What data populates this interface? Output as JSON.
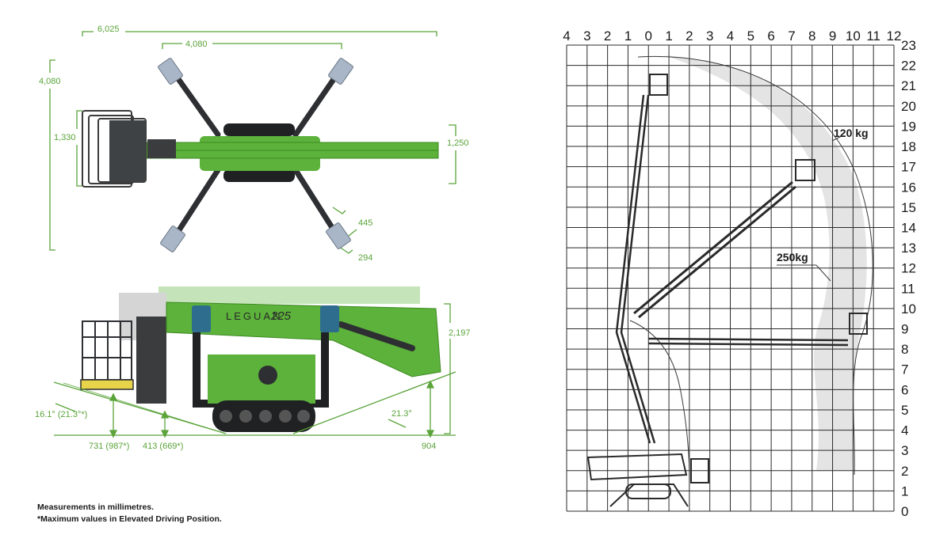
{
  "top_view": {
    "overall_length": "6,025",
    "outrigger_span_length": "4,080",
    "outrigger_span_width": "4,080",
    "platform_width": "1,330",
    "chassis_width": "1,250",
    "pad_length": "445",
    "pad_width": "294"
  },
  "side_view": {
    "brand": "LEGUAN",
    "model": "225",
    "height": "2,197",
    "front_angle": "16.1° (21.3°*)",
    "rear_angle": "21.3°",
    "front_clearance": "731 (987*)",
    "mid_clearance": "413 (669*)",
    "rear_clearance": "904"
  },
  "notes": {
    "line1": "Measurements in millimetres.",
    "line2": "*Maximum values in Elevated Driving Position."
  },
  "reach_chart": {
    "x_ticks": [
      "4",
      "3",
      "2",
      "1",
      "0",
      "1",
      "2",
      "3",
      "4",
      "5",
      "6",
      "7",
      "8",
      "9",
      "10",
      "11",
      "12"
    ],
    "y_ticks": [
      "23",
      "22",
      "21",
      "20",
      "19",
      "18",
      "17",
      "16",
      "15",
      "14",
      "13",
      "12",
      "11",
      "10",
      "9",
      "8",
      "7",
      "6",
      "5",
      "4",
      "3",
      "2",
      "1",
      "0"
    ],
    "load_high": "120 kg",
    "load_low": "250kg"
  },
  "colors": {
    "machine_green": "#5cb23a",
    "dimension_green": "#5aa43a",
    "grid": "#2a2a2a",
    "envelope": "#e4e4e4"
  }
}
